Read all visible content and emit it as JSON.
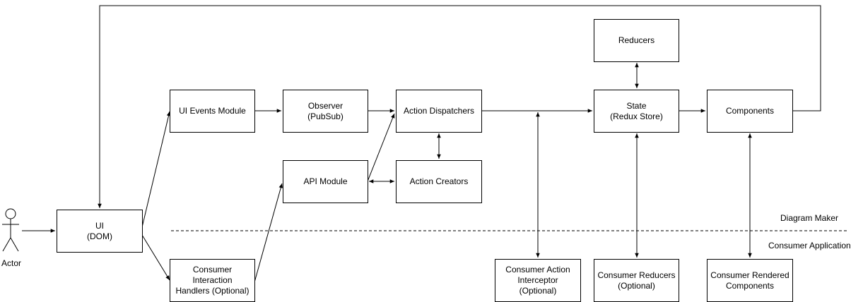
{
  "actor": {
    "label": "Actor"
  },
  "nodes": {
    "ui": {
      "line1": "UI",
      "line2": "(DOM)"
    },
    "ui_events": {
      "line1": "UI Events Module"
    },
    "observer": {
      "line1": "Observer",
      "line2": "(PubSub)"
    },
    "action_dispatchers": {
      "line1": "Action Dispatchers"
    },
    "api_module": {
      "line1": "API Module"
    },
    "action_creators": {
      "line1": "Action Creators"
    },
    "reducers": {
      "line1": "Reducers"
    },
    "state": {
      "line1": "State",
      "line2": "(Redux Store)"
    },
    "components": {
      "line1": "Components"
    },
    "consumer_interaction": {
      "line1": "Consumer Interaction",
      "line2": "Handlers (Optional)"
    },
    "consumer_action": {
      "line1": "Consumer Action",
      "line2": "Interceptor (Optional)"
    },
    "consumer_reducers": {
      "line1": "Consumer Reducers",
      "line2": "(Optional)"
    },
    "consumer_rendered": {
      "line1": "Consumer Rendered",
      "line2": "Components"
    }
  },
  "regions": {
    "top": "Diagram Maker",
    "bottom": "Consumer Application"
  }
}
